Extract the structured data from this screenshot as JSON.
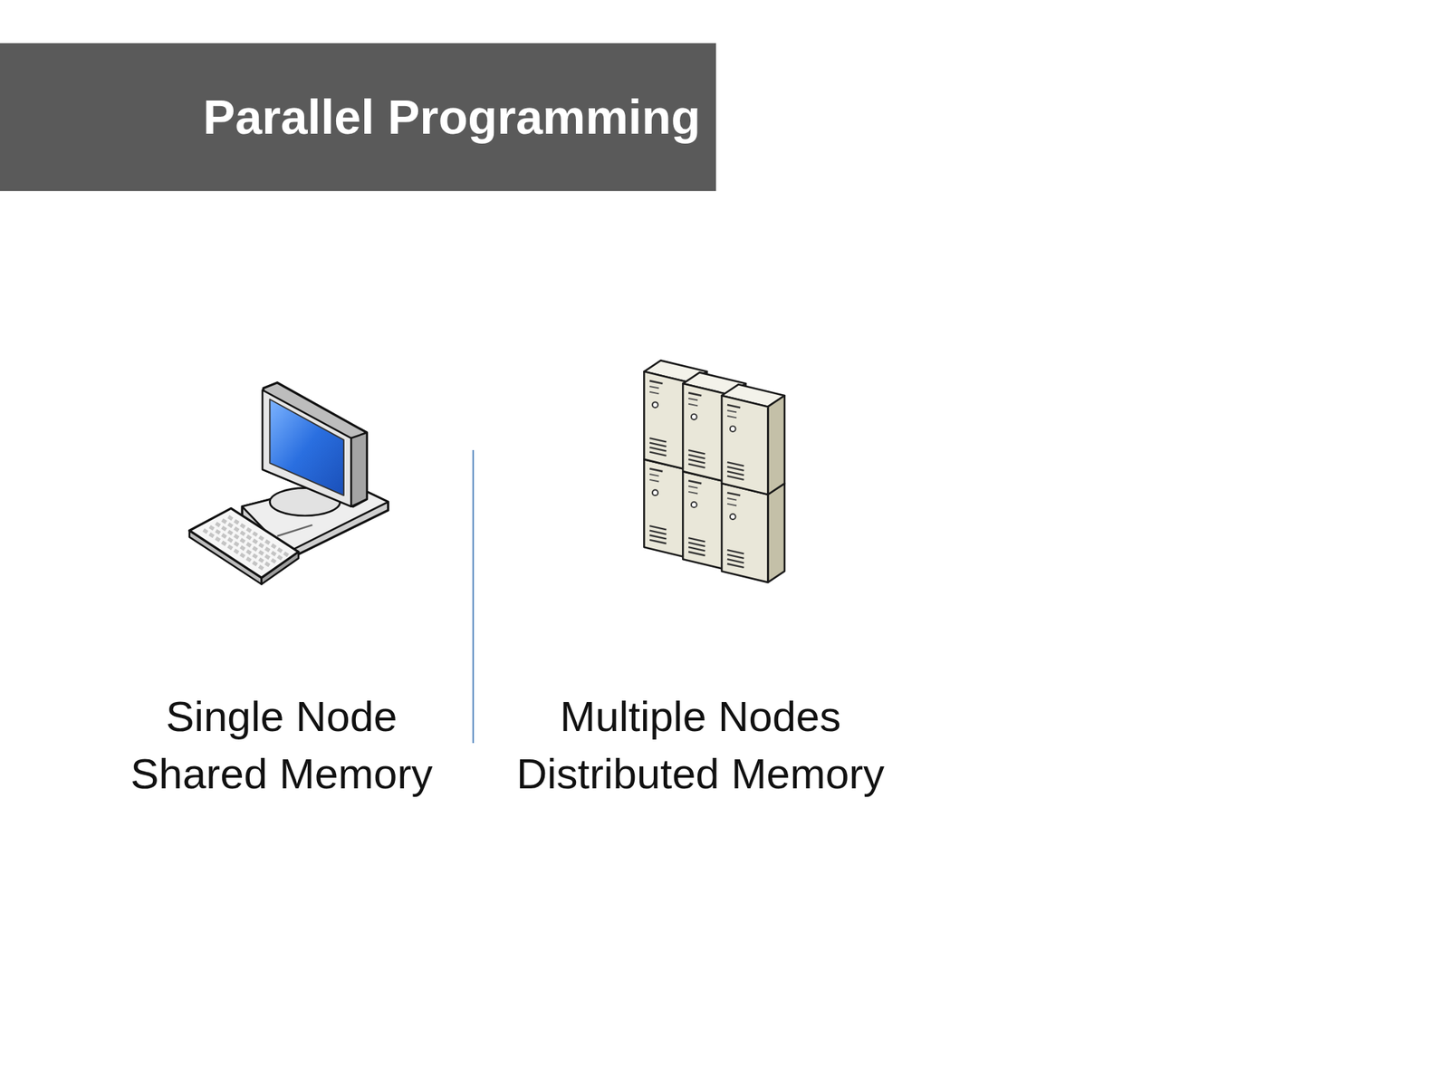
{
  "diagram": {
    "title": "Parallel Programming",
    "labels": [
      "Single Node Shared Memory",
      "Multiple Nodes Distributed Memory"
    ]
  }
}
